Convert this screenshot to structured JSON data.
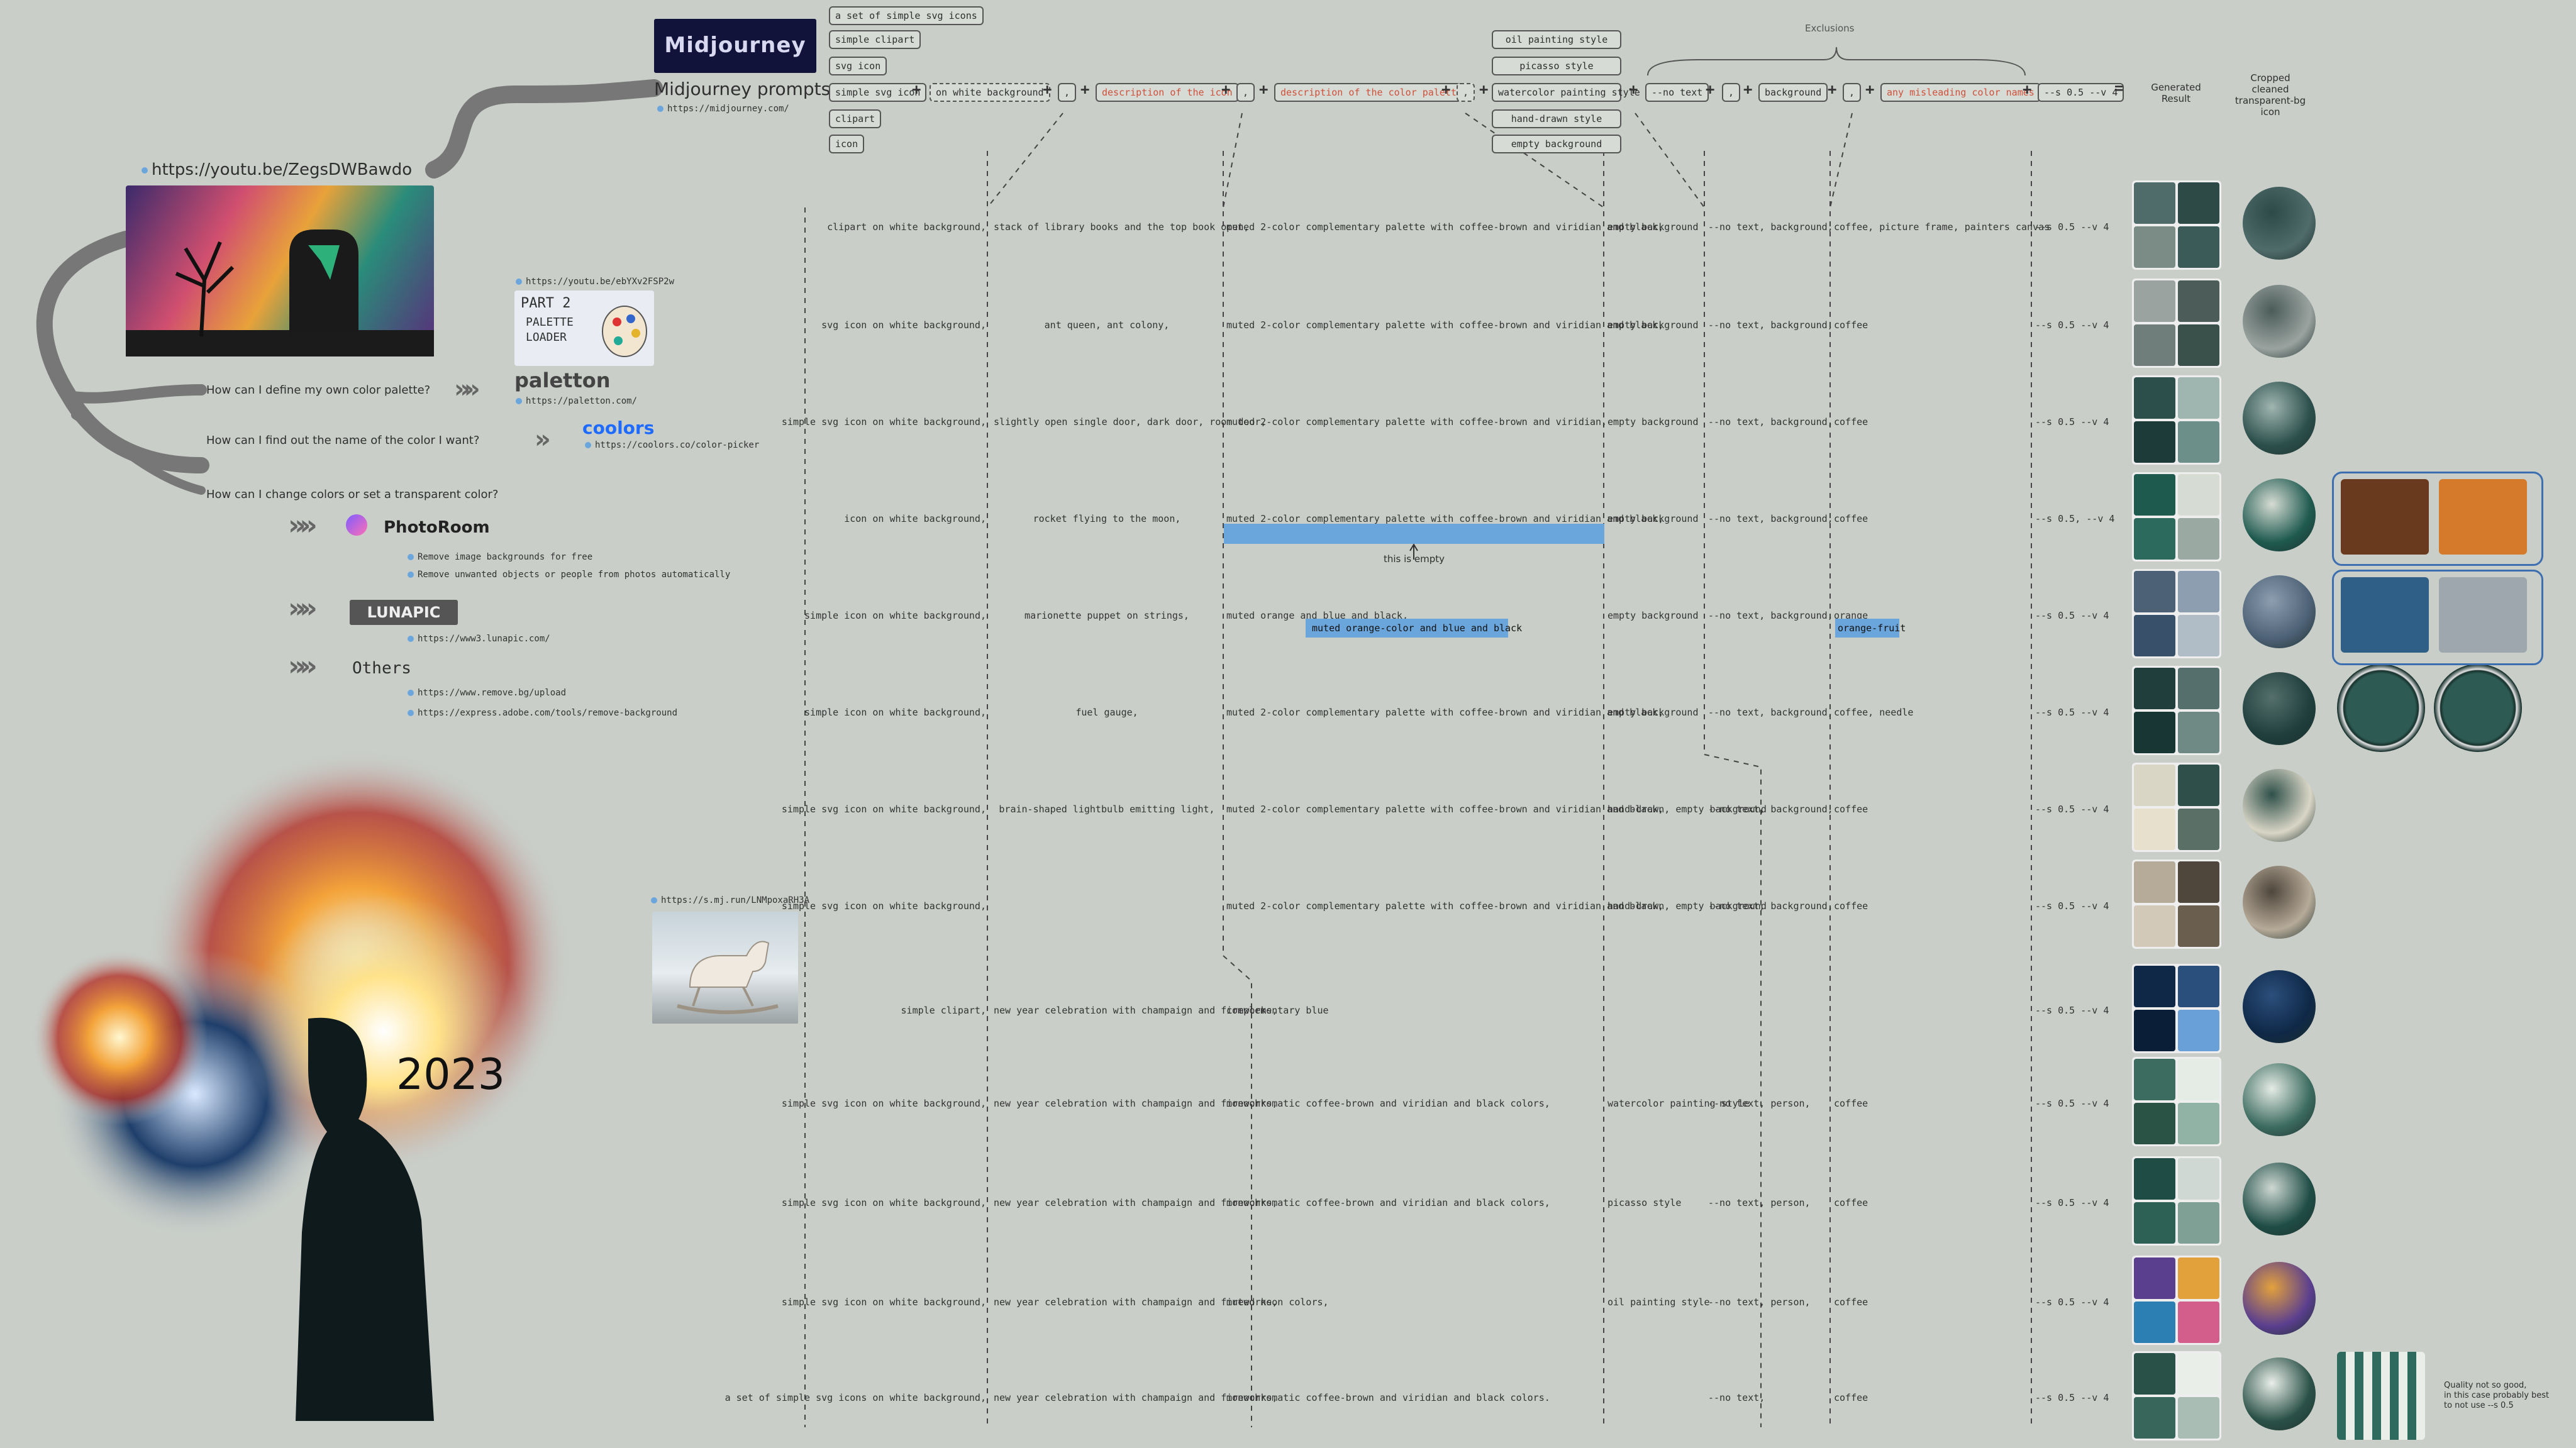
{
  "video": {
    "url": "https://youtu.be/ZegsDWBawdo"
  },
  "midjourney": {
    "logo_text": "Midjourney",
    "title": "Midjourney prompts",
    "url": "https://midjourney.com/",
    "variant_set": "a set of simple svg icons",
    "type_options": [
      "simple clipart",
      "svg icon",
      "simple svg icon",
      "clipart",
      "icon"
    ],
    "style_options": [
      "oil painting style",
      "picasso style",
      "watercolor painting style",
      "hand-drawn style",
      "empty background"
    ],
    "exclusions_label": "Exclusions",
    "chain": {
      "on_white": "on white background",
      "comma1": ",",
      "desc_icon": "description of the icon",
      "comma2": ",",
      "desc_palette": "description of the color palette",
      "comma3": ",",
      "no_text": "--no text",
      "comma4": ",",
      "background": "background",
      "comma5": ",",
      "misleading": "any misleading color names",
      "version": "--s 0.5 --v 4",
      "plus": "+",
      "equals": "="
    },
    "col_generated": "Generated Result",
    "col_cropped": "Cropped cleaned transparent-bg icon"
  },
  "palette": {
    "part2_url": "https://youtu.be/ebYXv2FSP2w",
    "part2_lines": [
      "PART 2",
      "PALETTE",
      "LOADER"
    ],
    "paletton_name": "paletton",
    "paletton_url": "https://paletton.com/",
    "coolors_name": "coolors",
    "coolors_url": "https://coolors.co/color-picker"
  },
  "questions": {
    "q1": "How can I define my own color palette?",
    "q2": "How can I find out the name of the color I want?",
    "q3": "How can I change colors or set a transparent color?"
  },
  "tools": {
    "photoroom": "PhotoRoom",
    "photoroom_items": [
      "Remove image backgrounds for free",
      "Remove unwanted objects or people from photos automatically"
    ],
    "lunapic": "LUNAPIC",
    "lunapic_url": "https://www3.lunapic.com/",
    "others": "Others",
    "other_links": [
      "https://www.remove.bg/upload",
      "https://express.adobe.com/tools/remove-background"
    ]
  },
  "fireworks": {
    "year": "2023"
  },
  "horse": {
    "url": "https://s.mj.run/LNMpoxaRH3A"
  },
  "rows": [
    {
      "type": "clipart on white background,",
      "desc": "stack of library books and the top book open,",
      "palette": "muted 2-color complementary palette with coffee-brown and viridian and black,",
      "bg": "empty background",
      "no": "--no text, background,",
      "mis": "coffee, picture frame, painters canvas",
      "ver": "--s 0.5 --v 4"
    },
    {
      "type": "svg icon on white background,",
      "desc": "ant queen, ant colony,",
      "palette": "muted 2-color complementary palette with coffee-brown and viridian and black,",
      "bg": "empty background",
      "no": "--no text, background,",
      "mis": "coffee",
      "ver": "--s 0.5 --v 4"
    },
    {
      "type": "simple svg icon on white background,",
      "desc": "slightly open single door, dark door, room door,",
      "palette": "muted 2-color complementary palette with coffee-brown and viridian,",
      "bg": "empty background",
      "no": "--no text, background,",
      "mis": "coffee",
      "ver": "--s 0.5 --v 4"
    },
    {
      "type": "icon on white background,",
      "desc": "rocket flying to the moon,",
      "palette": "muted 2-color complementary palette with coffee-brown and viridian and black,",
      "bg": "empty background",
      "no": "--no text, background,",
      "mis": "coffee",
      "ver": "--s 0.5, --v 4",
      "note": "this is empty"
    },
    {
      "type": "simple icon on white background,",
      "desc": "marionette puppet on strings,",
      "palette": "muted orange and blue and black,",
      "palette2": "muted orange-color and blue and black",
      "bg": "empty background",
      "no": "--no text, background,",
      "mis": "orange",
      "mis2": "orange-fruit",
      "ver": "--s 0.5 --v 4"
    },
    {
      "type": "simple icon on white background,",
      "desc": "fuel gauge,",
      "palette": "muted 2-color complementary palette with coffee-brown and viridian and black,",
      "bg": "empty background",
      "no": "--no text, background,",
      "mis": "coffee, needle",
      "ver": "--s 0.5 --v 4"
    },
    {
      "type": "simple svg icon on white background,",
      "desc": "brain-shaped lightbulb emitting light,",
      "palette": "muted 2-color complementary palette with coffee-brown and viridian and black,",
      "bg": "hand-drawn, empty background",
      "no": "--no text, background,",
      "mis": "coffee",
      "ver": "--s 0.5 --v 4"
    },
    {
      "type": "simple svg icon on white background,",
      "desc": "",
      "palette": "muted 2-color complementary palette with coffee-brown and viridian and black,",
      "bg": "hand-drawn, empty background",
      "no": "--no text, background,",
      "mis": "coffee",
      "ver": "--s 0.5 --v 4"
    },
    {
      "type": "simple clipart,",
      "desc": "new year celebration with champaign and fireworks,",
      "palette": "complementary blue",
      "bg": "",
      "no": "",
      "mis": "",
      "ver": "--s 0.5 --v 4"
    },
    {
      "type": "simple svg icon on white background,",
      "desc": "new year celebration with champaign and fireworks,",
      "palette": "monochromatic coffee-brown and viridian and black colors,",
      "bg": "watercolor painting style",
      "no": "--no text, person,",
      "mis": "coffee",
      "ver": "--s 0.5 --v 4"
    },
    {
      "type": "simple svg icon on white background,",
      "desc": "new year celebration with champaign and fireworks,",
      "palette": "monochromatic coffee-brown and viridian and black colors,",
      "bg": "picasso style",
      "no": "--no text, person,",
      "mis": "coffee",
      "ver": "--s 0.5 --v 4"
    },
    {
      "type": "simple svg icon on white background,",
      "desc": "new year celebration with champaign and fireworks,",
      "palette": "muted neon colors,",
      "bg": "oil painting style",
      "no": "--no text, person,",
      "mis": "coffee",
      "ver": "--s 0.5 --v 4"
    },
    {
      "type": "a set of simple svg icons on white background,",
      "desc": "new year celebration with champaign and fireworks,",
      "palette": "monochromatic coffee-brown and viridian and black colors.",
      "bg": "",
      "no": "--no text,",
      "mis": "coffee",
      "ver": "--s 0.5 --v 4"
    }
  ],
  "footnote": [
    "Quality not so good,",
    "in this case probably best",
    "to not use --s 0.5"
  ],
  "colors": {
    "accent_blue": "#6aa6dc",
    "accent_red": "#d0503a",
    "teal": "#1f5c54",
    "background": "#c9cec9"
  }
}
